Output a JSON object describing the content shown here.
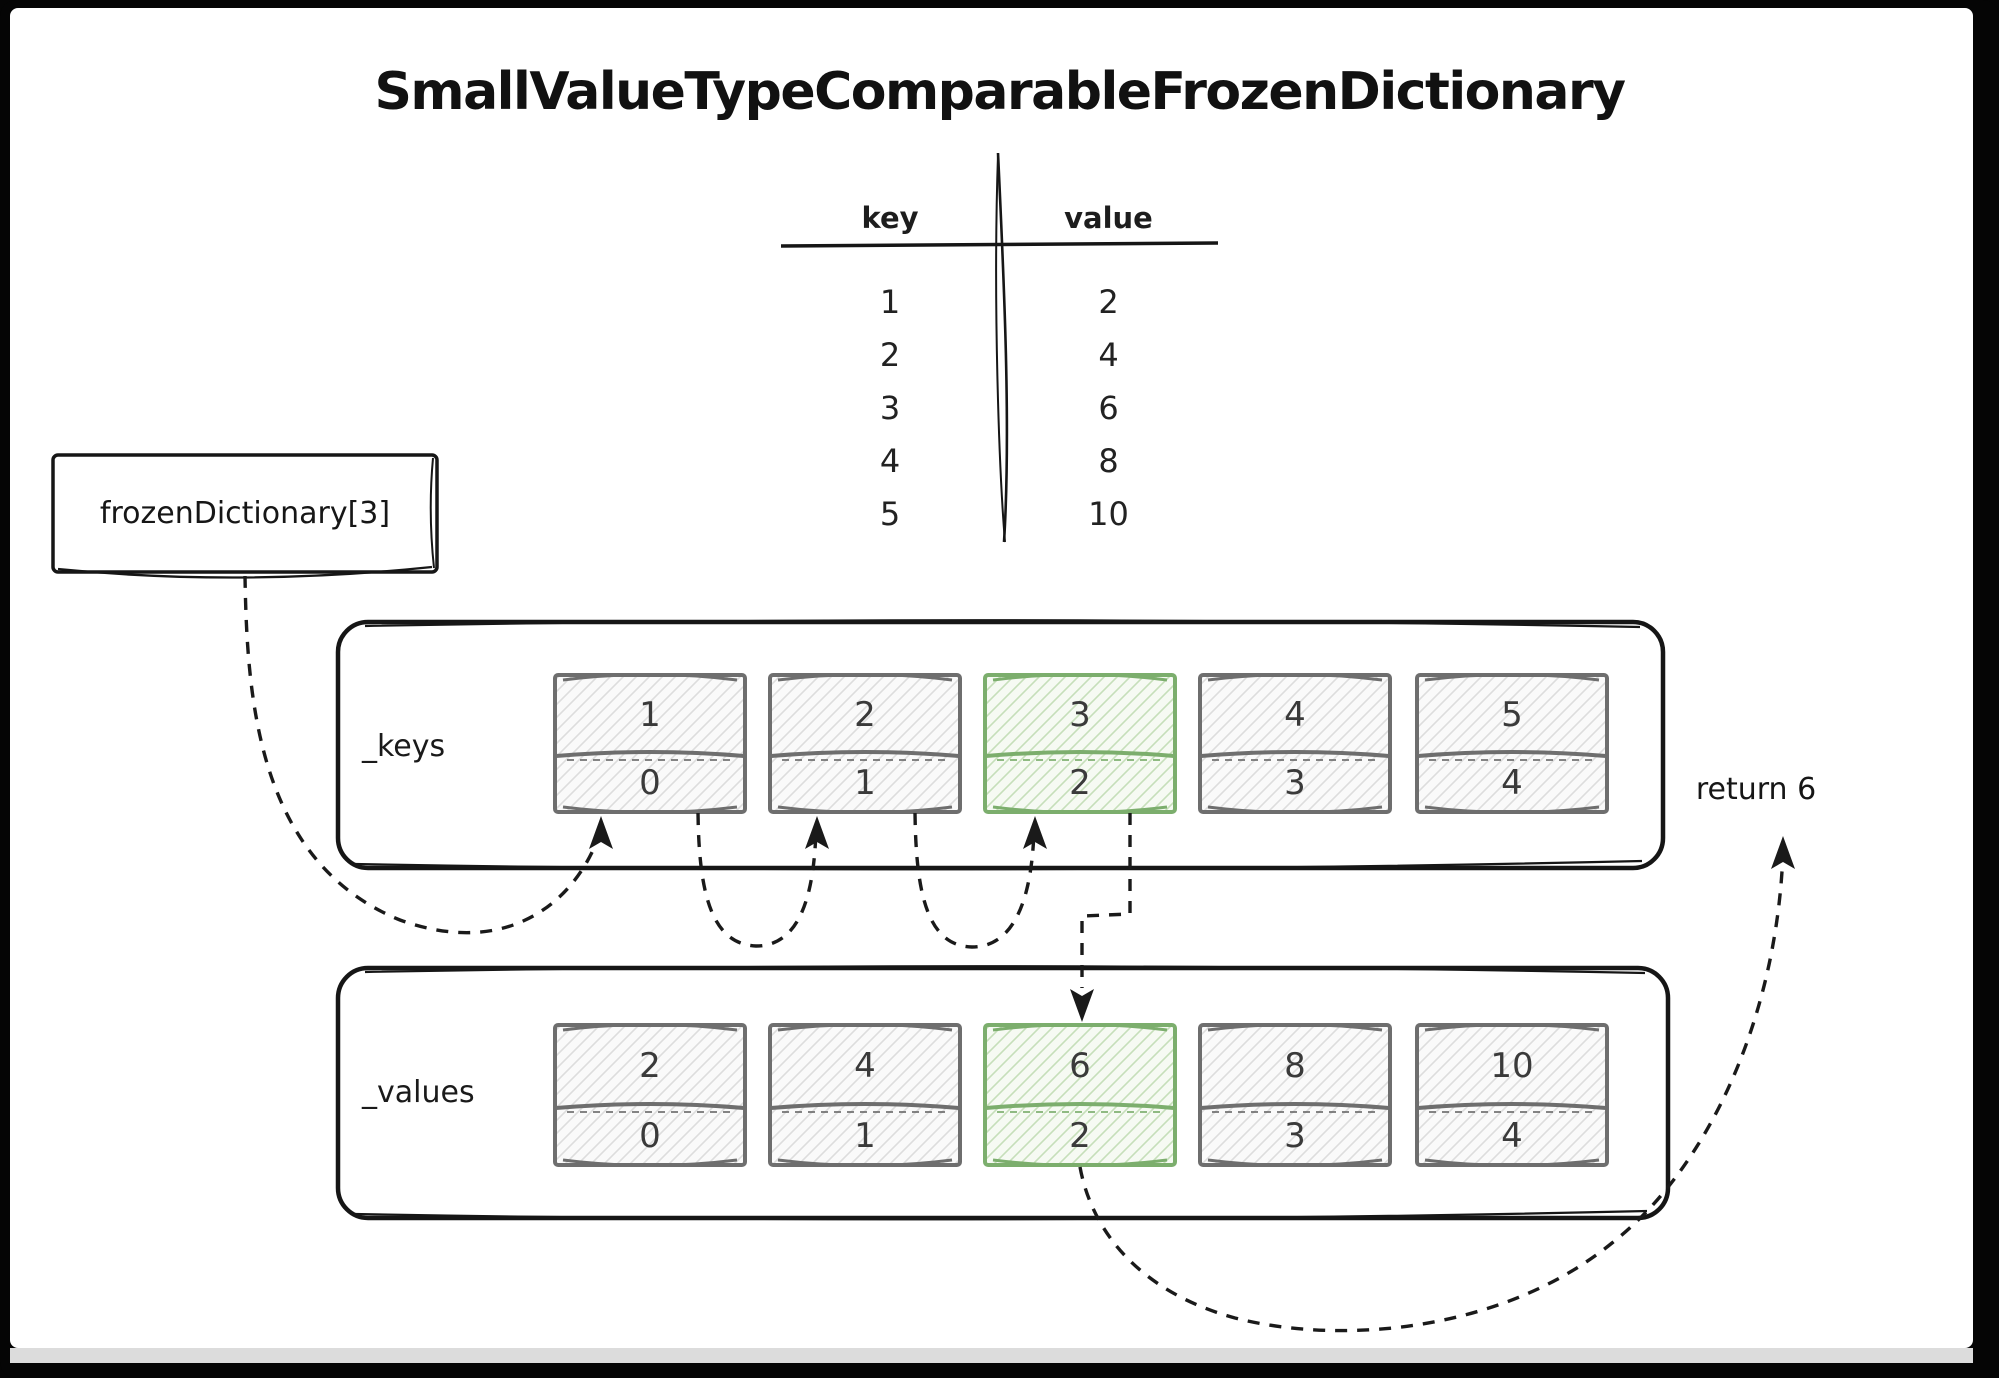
{
  "title": "SmallValueTypeComparableFrozenDictionary",
  "lookup_box": {
    "label": "frozenDictionary[3]"
  },
  "mapping_table": {
    "col_key": "key",
    "col_value": "value",
    "rows": [
      {
        "key": "1",
        "value": "2"
      },
      {
        "key": "2",
        "value": "4"
      },
      {
        "key": "3",
        "value": "6"
      },
      {
        "key": "4",
        "value": "8"
      },
      {
        "key": "5",
        "value": "10"
      }
    ]
  },
  "keys_array": {
    "label": "_keys",
    "cells": [
      {
        "value": "1",
        "index": "0",
        "highlight": false
      },
      {
        "value": "2",
        "index": "1",
        "highlight": false
      },
      {
        "value": "3",
        "index": "2",
        "highlight": true
      },
      {
        "value": "4",
        "index": "3",
        "highlight": false
      },
      {
        "value": "5",
        "index": "4",
        "highlight": false
      }
    ]
  },
  "values_array": {
    "label": "_values",
    "cells": [
      {
        "value": "2",
        "index": "0",
        "highlight": false
      },
      {
        "value": "4",
        "index": "1",
        "highlight": false
      },
      {
        "value": "6",
        "index": "2",
        "highlight": true
      },
      {
        "value": "8",
        "index": "3",
        "highlight": false
      },
      {
        "value": "10",
        "index": "4",
        "highlight": false
      }
    ]
  },
  "return_label": "return 6",
  "colors": {
    "ink": "#1a1a1a",
    "cell_stroke": "#6e6e6e",
    "highlight_stroke": "#7cae6d",
    "number_color": "#3a3a3a"
  }
}
